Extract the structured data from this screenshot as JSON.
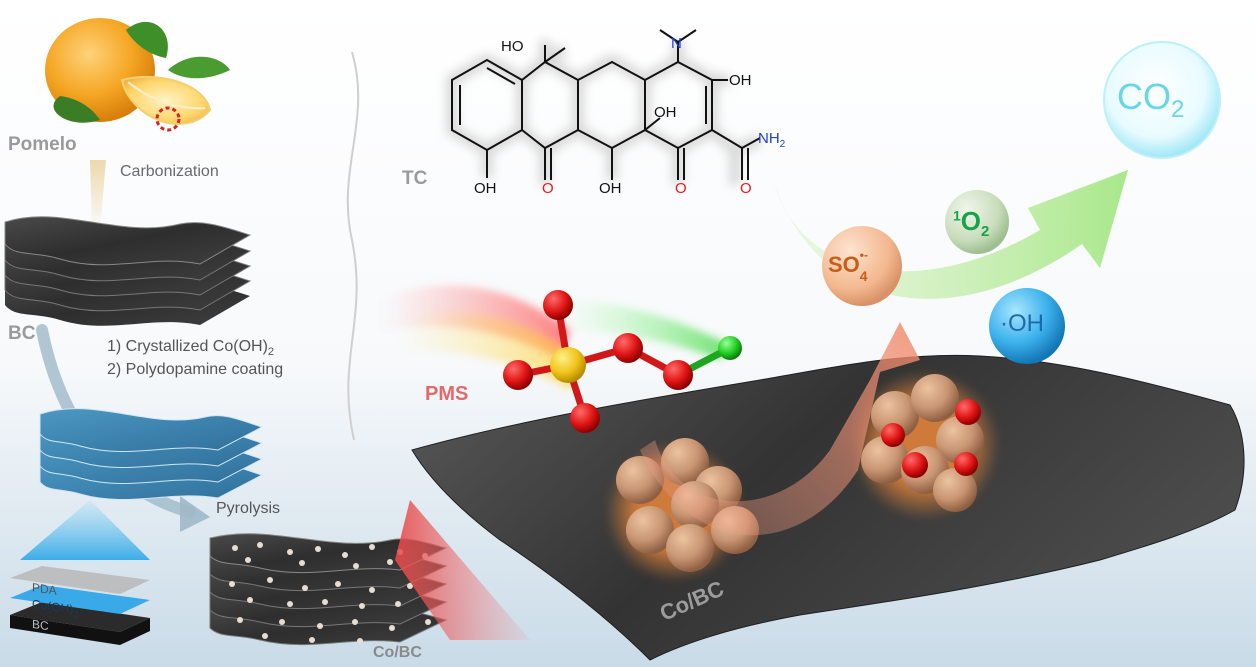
{
  "left": {
    "pomelo": "Pomelo",
    "carbonization": "Carbonization",
    "bc": "BC",
    "step1": "1) Crystallized Co(OH)",
    "step1_sub": "2",
    "step2": "2) Polydopamine coating",
    "pyrolysis": "Pyrolysis",
    "co_bc_small": "Co/BC",
    "layers": {
      "pda": "PDA",
      "cooh": "Co(OH)",
      "cooh_sub": "2",
      "bc": "BC"
    }
  },
  "molecule": {
    "name": "TC",
    "ho_top": "HO",
    "n": "N",
    "oh_right": "OH",
    "oh_mid": "OH",
    "nh2_n": "NH",
    "nh2_sub": "2",
    "oh_bottom_left": "OH",
    "o1": "O",
    "oh_bottom_mid": "OH",
    "o2": "O",
    "o3": "O"
  },
  "right": {
    "pms": "PMS",
    "co_bc_large": "Co/BC",
    "co2": "CO",
    "co2_sub": "2",
    "so4": "SO",
    "so4_sub": "4",
    "so4_sup": "•-",
    "o2_sup": "1",
    "o2": "O",
    "o2_sub": "2",
    "oh_dot": "·",
    "oh": "OH"
  },
  "colors": {
    "gray_label": "#9a9a9a",
    "pms_red": "#e26a6a",
    "so4_orange": "#c4601a",
    "singlet_green": "#16a34a",
    "oh_blue": "#1d6aa8",
    "co2_cyan": "#66d6e8",
    "sheet_dark": "#3a3a3a",
    "sheet_blue": "#3f87b4"
  }
}
